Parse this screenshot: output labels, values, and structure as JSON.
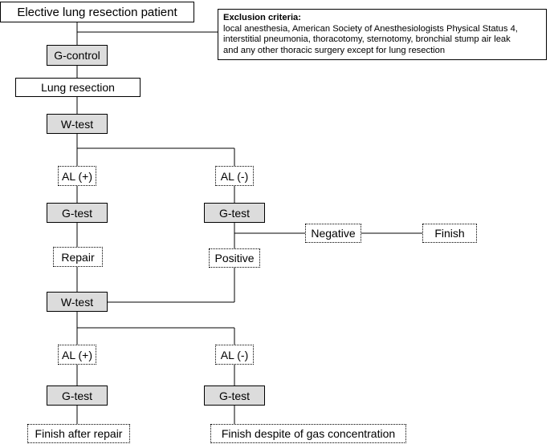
{
  "nodes": {
    "start": "Elective lung resection patient",
    "g_control": "G-control",
    "lung_resection": "Lung resection",
    "w_test_1": "W-test",
    "al_pos_1": "AL (+)",
    "al_neg_1": "AL (-)",
    "g_test_left_1": "G-test",
    "g_test_right_1": "G-test",
    "negative": "Negative",
    "finish": "Finish",
    "repair": "Repair",
    "positive": "Positive",
    "w_test_2": "W-test",
    "al_pos_2": "AL (+)",
    "al_neg_2": "AL (-)",
    "g_test_left_2": "G-test",
    "g_test_right_2": "G-test",
    "finish_after_repair": "Finish after repair",
    "finish_despite": "Finish despite of gas concentration"
  },
  "exclusion": {
    "title": "Exclusion criteria:",
    "lines": [
      "local anesthesia, American Society of Anesthesiologists Physical Status 4,",
      "interstitial pneumonia, thoracotomy, sternotomy, bronchial stump air leak",
      "and any other thoracic surgery except for lung resection"
    ]
  }
}
